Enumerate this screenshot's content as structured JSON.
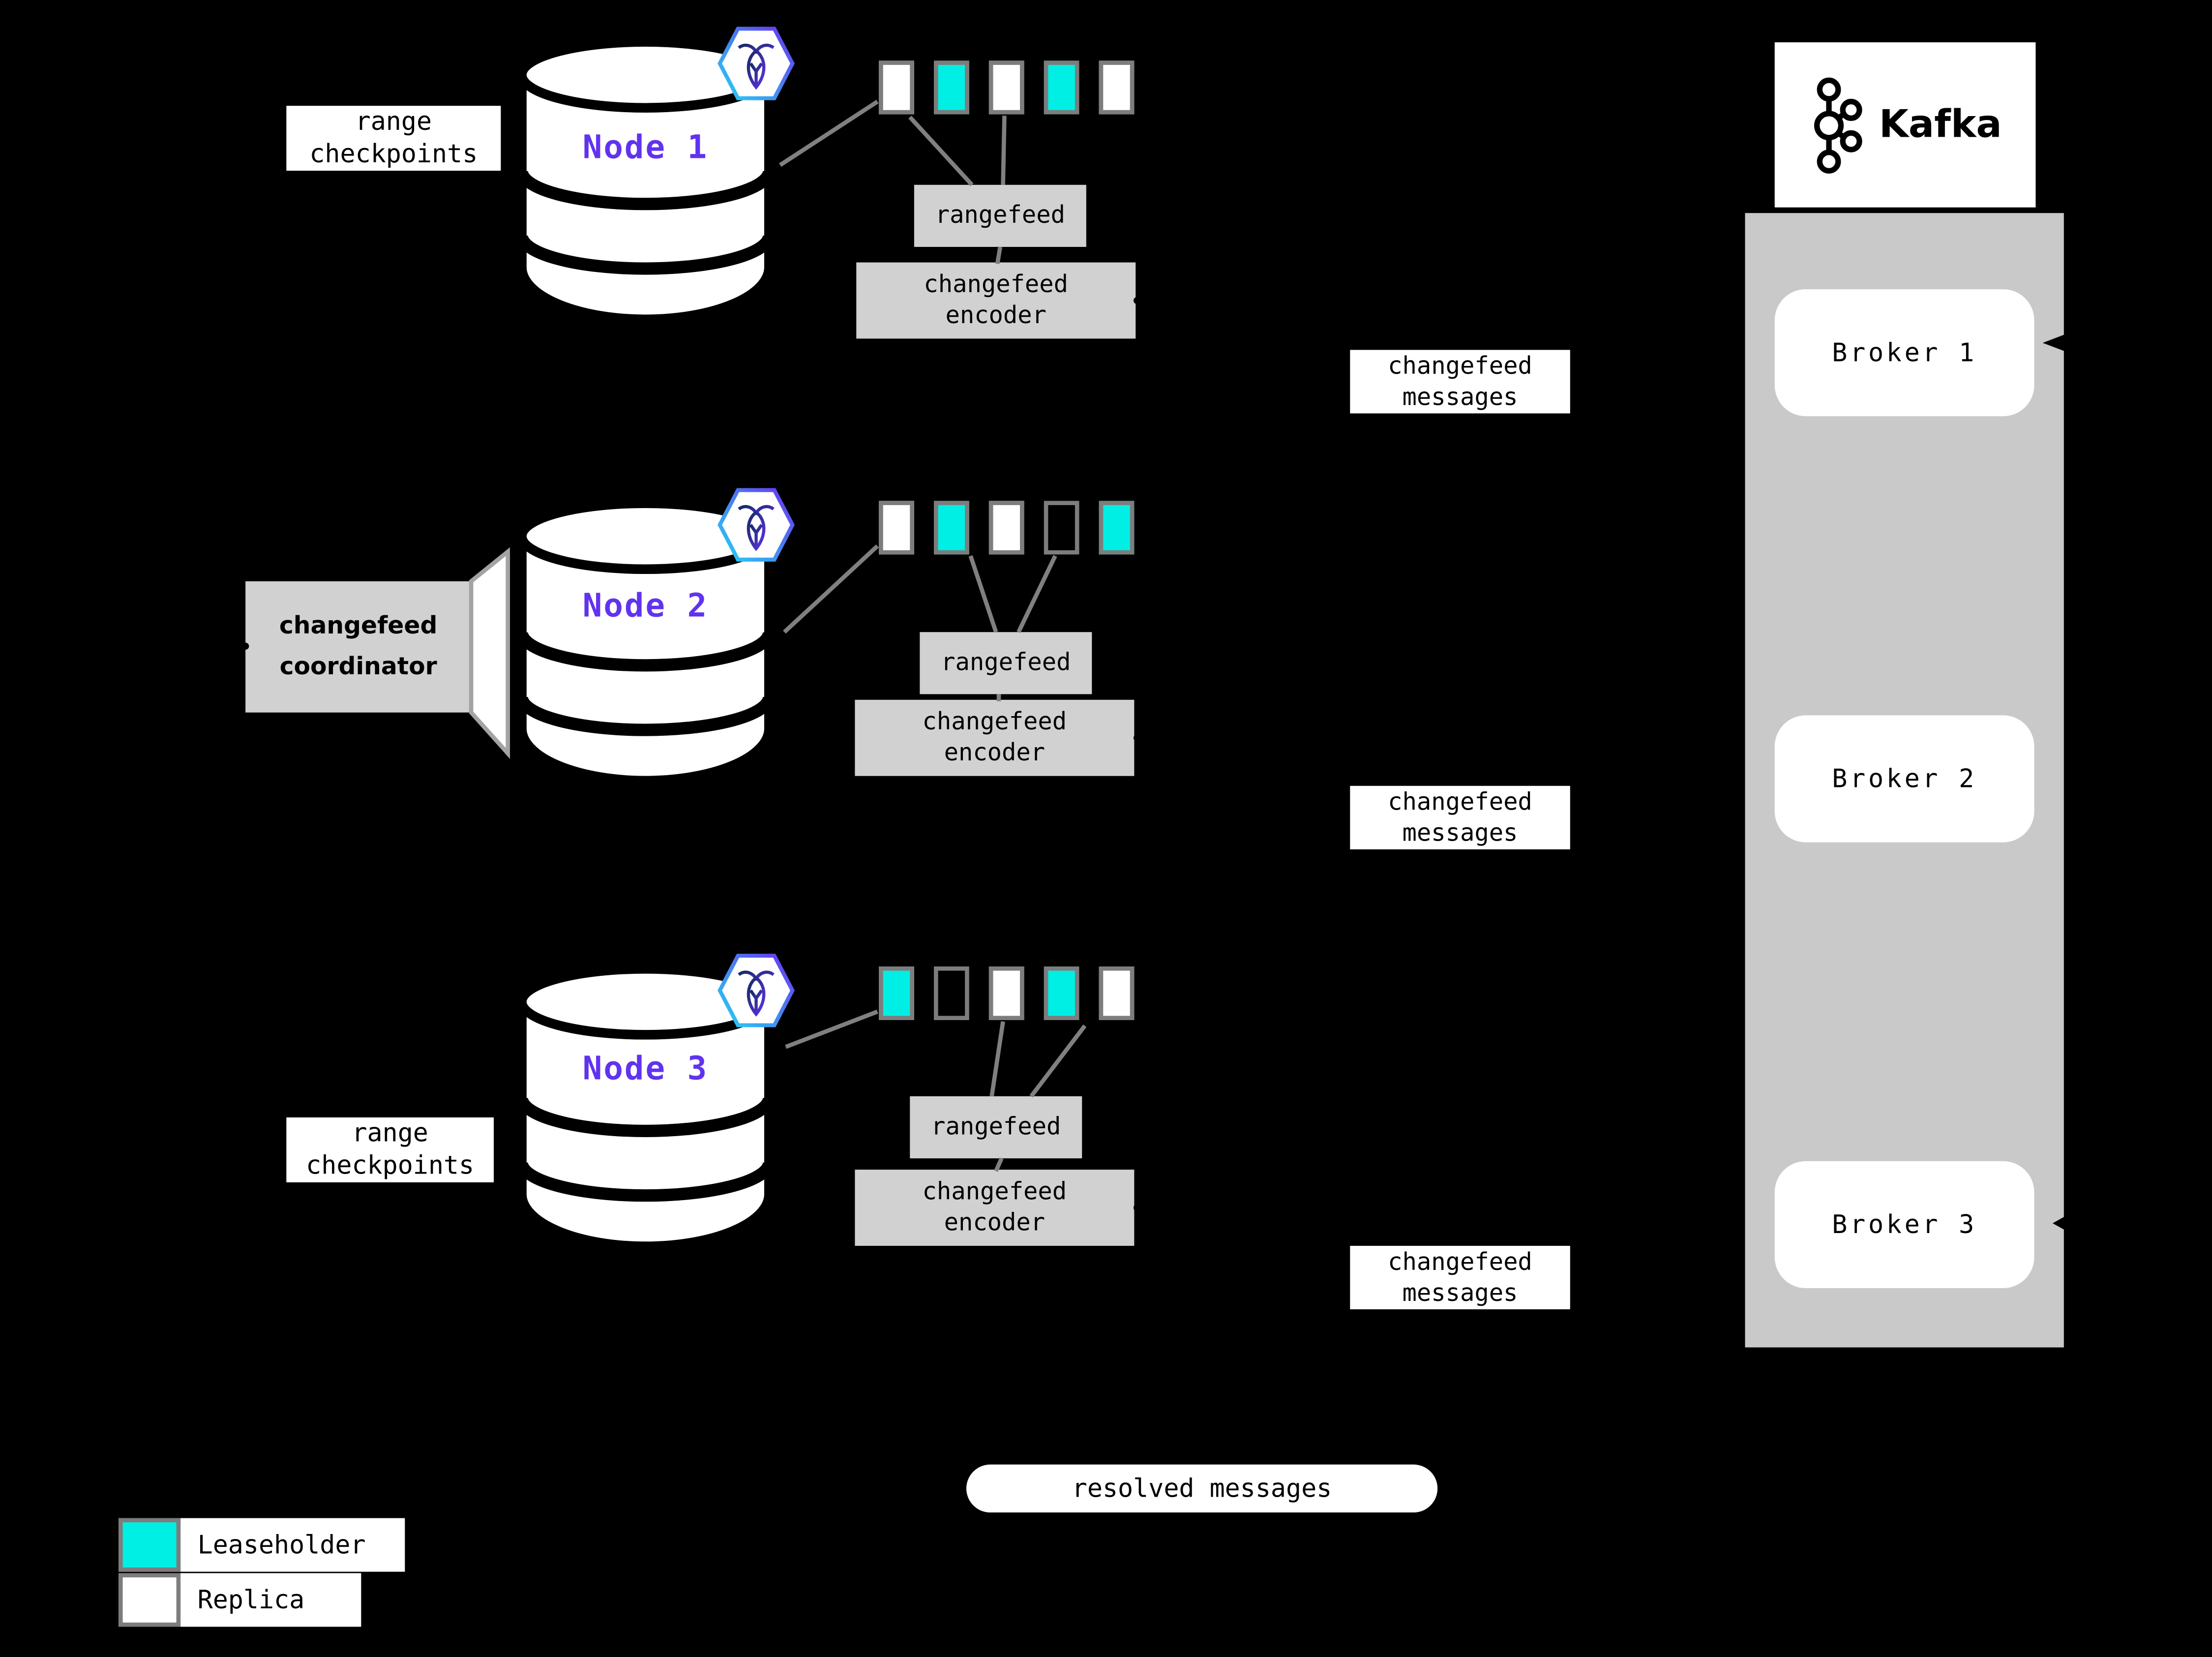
{
  "colors": {
    "background": "#000000",
    "leaseholder_fill": "#00efe4",
    "replica_fill": "#ffffff",
    "range_border": "#7d7d7d",
    "label_box_gray": "#d1d1d1",
    "kafka_container_gray": "#c9c9c9",
    "connector_gray": "#808080",
    "node_label_purple": "#6133ef"
  },
  "icons": {
    "node_badge": "cockroachdb-icon",
    "kafka_logo": "kafka-icon",
    "database": "database-cylinder-icon"
  },
  "nodes": [
    {
      "name": "Node 1",
      "ranges": [
        "replica",
        "leaseholder",
        "replica",
        "leaseholder",
        "replica"
      ],
      "rangefeed_label": "rangefeed",
      "encoder_label": {
        "line1": "changefeed",
        "line2": "encoder"
      },
      "messages_label": {
        "line1": "changefeed",
        "line2": "messages"
      }
    },
    {
      "name": "Node 2",
      "ranges": [
        "replica",
        "leaseholder",
        "replica",
        "empty",
        "leaseholder"
      ],
      "rangefeed_label": "rangefeed",
      "encoder_label": {
        "line1": "changefeed",
        "line2": "encoder"
      },
      "messages_label": {
        "line1": "changefeed",
        "line2": "messages"
      }
    },
    {
      "name": "Node 3",
      "ranges": [
        "leaseholder",
        "empty",
        "replica",
        "leaseholder",
        "replica"
      ],
      "rangefeed_label": "rangefeed",
      "encoder_label": {
        "line1": "changefeed",
        "line2": "encoder"
      },
      "messages_label": {
        "line1": "changefeed",
        "line2": "messages"
      }
    }
  ],
  "annotations": {
    "range_checkpoints_top": {
      "line1": "range",
      "line2": "checkpoints"
    },
    "range_checkpoints_bottom": {
      "line1": "range",
      "line2": "checkpoints"
    },
    "coordinator": {
      "line1": "changefeed",
      "line2": "coordinator"
    },
    "resolved_messages": "resolved messages"
  },
  "kafka": {
    "title": "Kafka",
    "brokers": [
      {
        "label": "Broker 1"
      },
      {
        "label": "Broker 2"
      },
      {
        "label": "Broker 3"
      }
    ]
  },
  "legend": {
    "items": [
      {
        "key": "leaseholder",
        "label": "Leaseholder"
      },
      {
        "key": "replica",
        "label": "Replica"
      }
    ]
  }
}
